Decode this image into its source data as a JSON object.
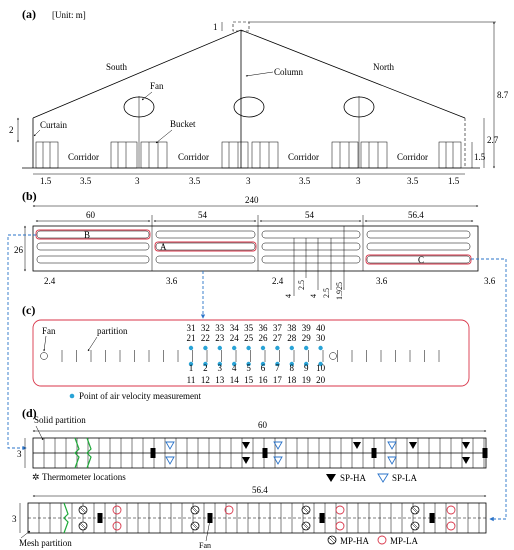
{
  "panels": {
    "a": {
      "label": "(a)",
      "unit": "[Unit: m]",
      "labels": {
        "south": "South",
        "north": "North",
        "fan": "Fan",
        "column": "Column",
        "curtain": "Curtain",
        "bucket": "Bucket",
        "corridor": "Corridor"
      },
      "dims": {
        "d1": "1",
        "d87": "8.7",
        "d2": "2",
        "d27": "2.7",
        "d15v": "1.5",
        "d15": "1.5",
        "d35": "3.5",
        "d3": "3"
      }
    },
    "b": {
      "label": "(b)",
      "dims": {
        "total": "240",
        "s1": "60",
        "s2": "54",
        "s3": "54",
        "s4": "56.4",
        "width": "26",
        "d24": "2.4",
        "d36": "3.6",
        "d25": "2.5",
        "d4": "4",
        "d1925": "1.925"
      },
      "zones": {
        "b": "B",
        "a": "A",
        "c": "C"
      }
    },
    "c": {
      "label": "(c)",
      "fan": "Fan",
      "partition": "partition",
      "row_top1": [
        "31",
        "32",
        "33",
        "34",
        "35",
        "36",
        "37",
        "38",
        "39",
        "40"
      ],
      "row_top2": [
        "21",
        "22",
        "23",
        "24",
        "25",
        "26",
        "27",
        "28",
        "29",
        "30"
      ],
      "row_bot1": [
        "1",
        "2",
        "3",
        "4",
        "5",
        "6",
        "7",
        "8",
        "9",
        "10"
      ],
      "row_bot2": [
        "11",
        "12",
        "13",
        "14",
        "15",
        "16",
        "17",
        "18",
        "19",
        "20"
      ],
      "legend": "Point of air velocity measurement",
      "colors": {
        "point": "#29a3d6",
        "outline": "#d9364a"
      }
    },
    "d": {
      "label": "(d)",
      "solid_partition": "Solid partition",
      "mesh_partition": "Mesh partition",
      "thermometer": "Thermometer locations",
      "sp_ha": "SP-HA",
      "sp_la": "SP-LA",
      "mp_ha": "MP-HA",
      "mp_la": "MP-LA",
      "fan": "Fan",
      "top_len": "60",
      "bot_len": "56.4",
      "width_top": "3",
      "width_bot": "3"
    }
  }
}
